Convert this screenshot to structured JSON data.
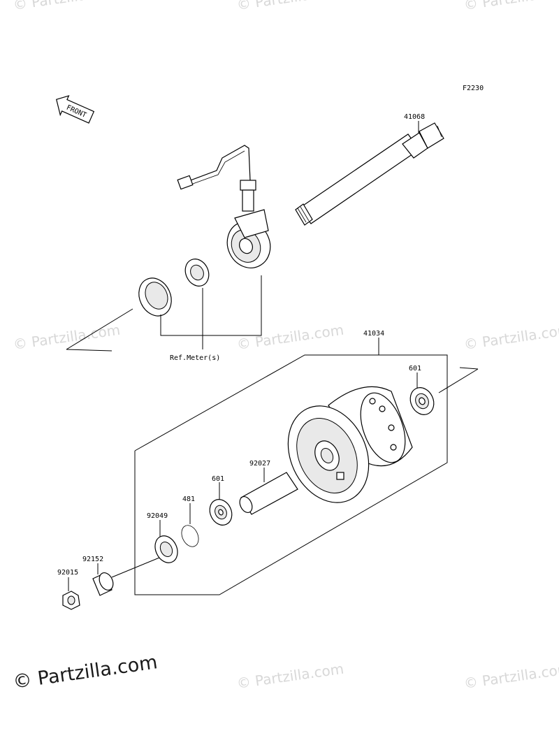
{
  "figure_code": "F2230",
  "front_arrow_label": "FRONT",
  "ref_label": "Ref.Meter(s)",
  "parts": [
    {
      "number": "41068"
    },
    {
      "number": "41034"
    },
    {
      "number": "601"
    },
    {
      "number": "92027"
    },
    {
      "number": "601"
    },
    {
      "number": "481"
    },
    {
      "number": "92049"
    },
    {
      "number": "92152"
    },
    {
      "number": "92015"
    }
  ],
  "watermark": {
    "text": "© Partzilla.com",
    "main_text": "© Partzilla.com"
  }
}
